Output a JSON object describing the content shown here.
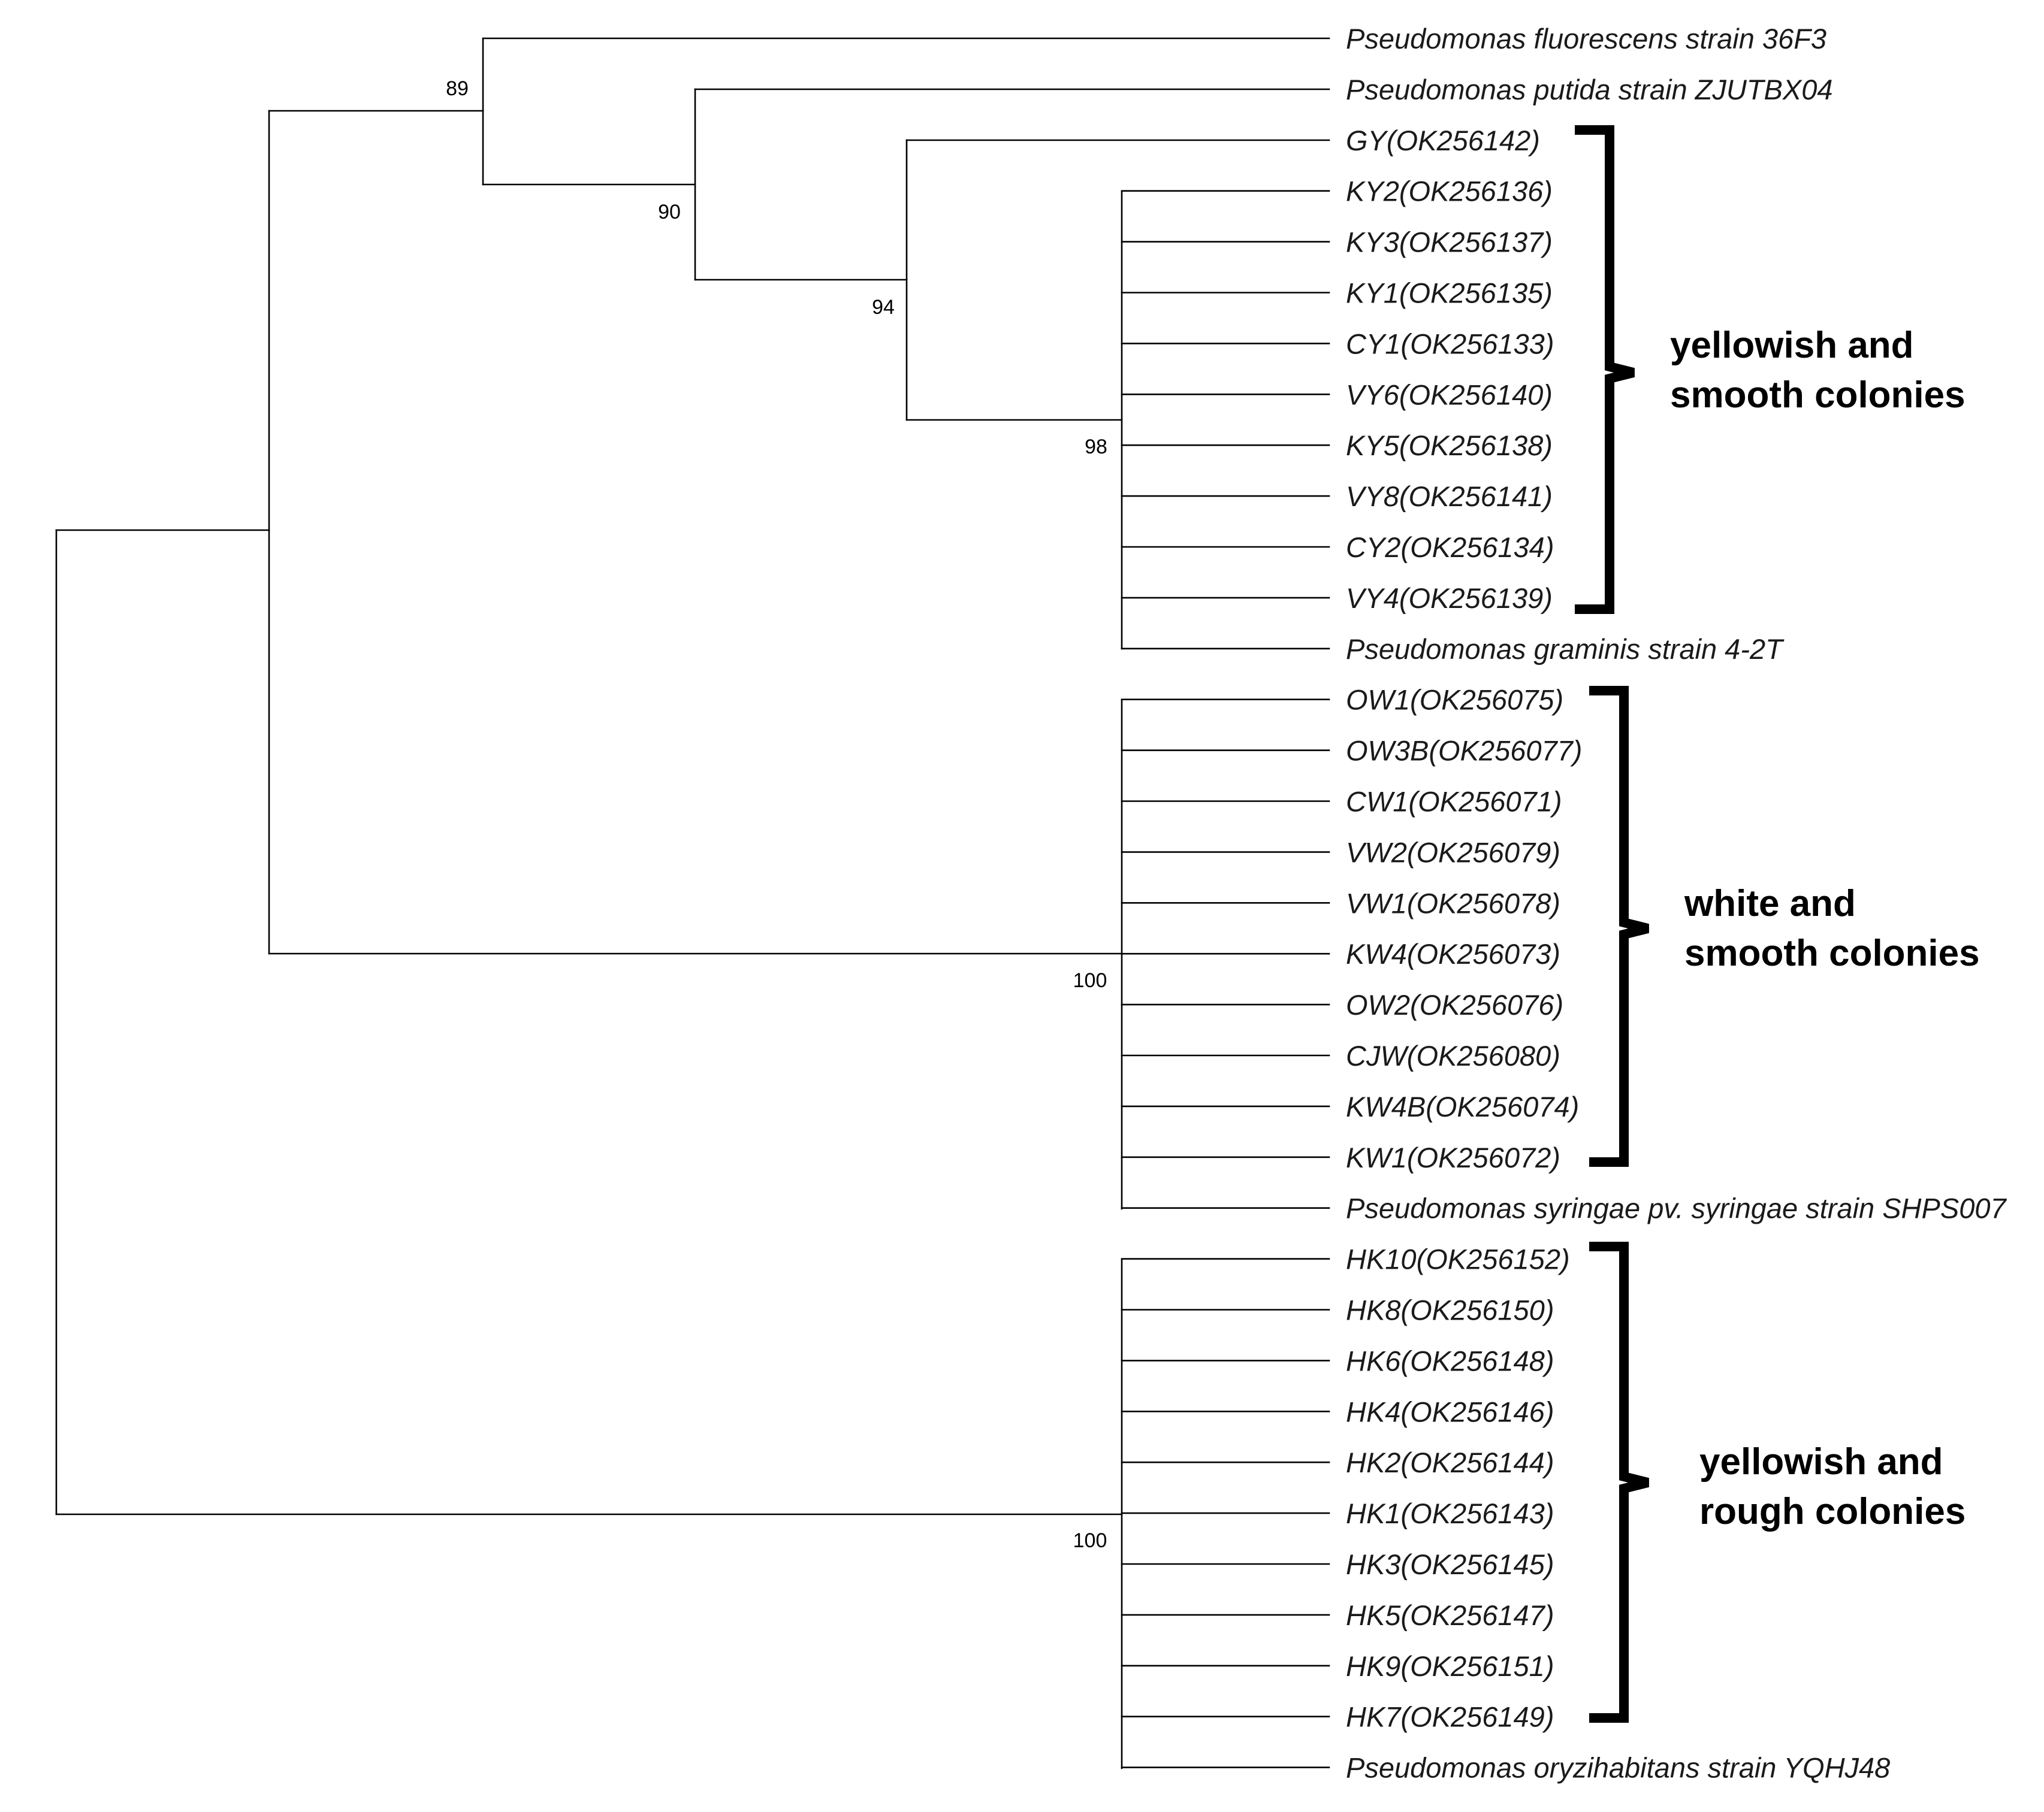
{
  "leaves": [
    "Pseudomonas fluorescens strain 36F3",
    "Pseudomonas putida strain ZJUTBX04",
    "GY(OK256142)",
    "KY2(OK256136)",
    "KY3(OK256137)",
    "KY1(OK256135)",
    "CY1(OK256133)",
    "VY6(OK256140)",
    "KY5(OK256138)",
    "VY8(OK256141)",
    "CY2(OK256134)",
    "VY4(OK256139)",
    "Pseudomonas graminis strain 4-2T",
    "OW1(OK256075)",
    "OW3B(OK256077)",
    "CW1(OK256071)",
    "VW2(OK256079)",
    "VW1(OK256078)",
    "KW4(OK256073)",
    "OW2(OK256076)",
    "CJW(OK256080)",
    "KW4B(OK256074)",
    "KW1(OK256072)",
    "Pseudomonas syringae pv. syringae strain SHPS007",
    "HK10(OK256152)",
    "HK8(OK256150)",
    "HK6(OK256148)",
    "HK4(OK256146)",
    "HK2(OK256144)",
    "HK1(OK256143)",
    "HK3(OK256145)",
    "HK5(OK256147)",
    "HK9(OK256151)",
    "HK7(OK256149)",
    "Pseudomonas oryzihabitans strain YQHJ48"
  ],
  "support_values": {
    "fluorescens_node": "89",
    "putida_node": "90",
    "gy_node": "94",
    "yellowish_smooth_clade": "98",
    "white_smooth_clade": "100",
    "rough_clade": "100"
  },
  "groups": {
    "yellowish_smooth": {
      "line1": "yellowish and",
      "line2": "smooth colonies"
    },
    "white_smooth": {
      "line1": "white and",
      "line2": "smooth colonies"
    },
    "yellowish_rough": {
      "line1": "yellowish and",
      "line2": "rough colonies"
    }
  }
}
